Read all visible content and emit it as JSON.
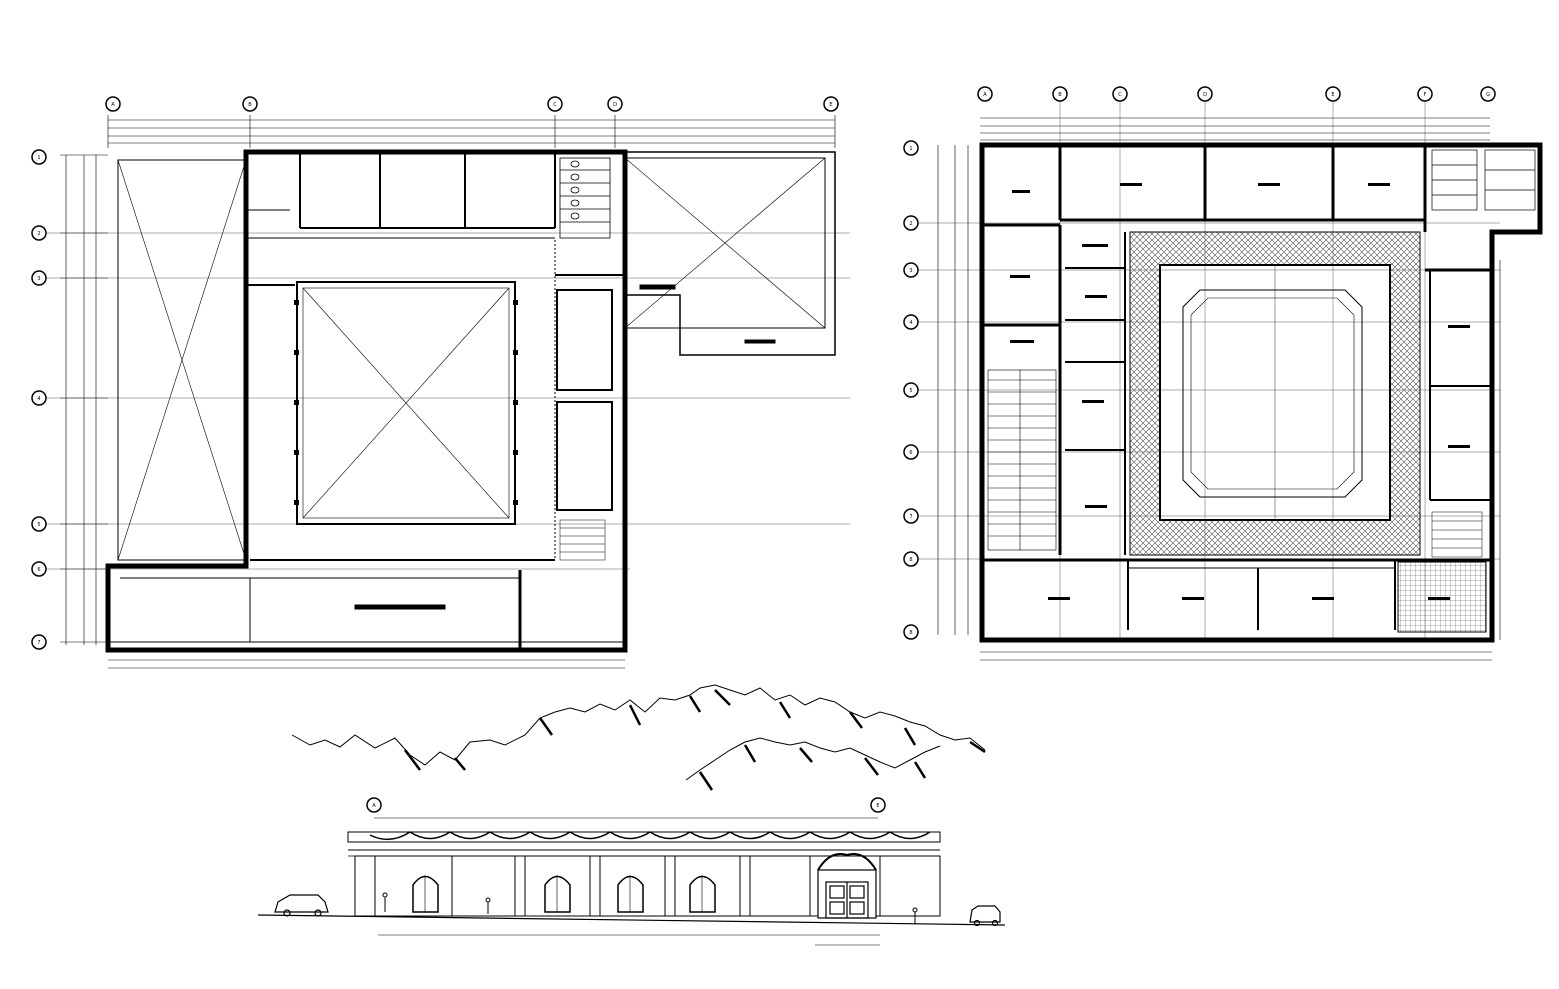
{
  "drawing": {
    "line_color": "#000000",
    "background_color": "#ffffff",
    "hatch_color": "#555555"
  },
  "plan_left": {
    "top_axis_markers": [
      "A",
      "B",
      "C",
      "D",
      "E"
    ],
    "side_axis_markers": [
      "1",
      "2",
      "3",
      "4",
      "5",
      "6",
      "7"
    ]
  },
  "plan_right": {
    "top_axis_markers": [
      "A",
      "B",
      "C",
      "D",
      "E",
      "F",
      "G"
    ],
    "side_axis_markers": [
      "1",
      "2",
      "3",
      "4",
      "5",
      "6",
      "7",
      "8"
    ]
  },
  "elevation": {
    "axis_markers": [
      "A",
      "E"
    ],
    "arched_windows": 4
  }
}
